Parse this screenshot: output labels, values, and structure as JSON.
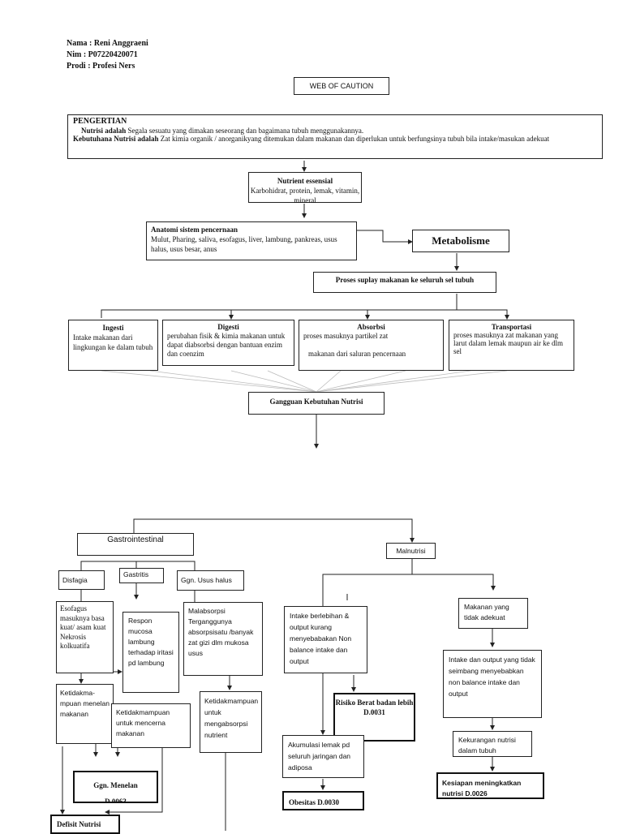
{
  "header": {
    "nama": "Nama : Reni Anggraeni",
    "nim": "Nim    : P07220420071",
    "prodi": "Prodi   : Profesi Ners"
  },
  "title": "WEB OF CAUTION",
  "pengertian": {
    "heading": "PENGERTIAN",
    "line1_bold": "Nutrisi adalah",
    "line1_text": " Segala sesuatu yang dimakan seseorang  dan bagaimana  tubuh  menggunakannya.",
    "line2_bold": "Kebutuhana Nutrisi adalah",
    "line2_text": "    Zat kimia organik / anorganikyang ditemukan dalam  makanan dan diperlukan untuk berfungsinya    tubuh bila intake/masukan adekuat"
  },
  "nutrient": {
    "title": "Nutrient essensial",
    "text": "Karbohidrat, protein, lemak, vitamin, mineral"
  },
  "anatomi": {
    "title": "Anatomi sistem pencernaan",
    "text": "Mulut, Pharing, saliva,  esofagus, liver, lambung, pankreas, usus halus, usus besar, anus"
  },
  "metabolisme": "Metabolisme",
  "proses": "Proses suplay makanan ke seluruh sel tubuh",
  "stages": [
    {
      "title": "Ingesti",
      "text": "Intake makanan dari lingkungan ke dalam tubuh"
    },
    {
      "title": "Digesti",
      "text": "perubahan fisik & kimia makanan untuk dapat diabsorbsi dengan bantuan enzim dan coenzim"
    },
    {
      "title": "Absorbsi",
      "text1": "proses masuknya partikel zat",
      "text2": "makanan dari saluran pencernaan"
    },
    {
      "title": "Transportasi",
      "text": "proses masuknya zat makanan yang larut dalam lemak maupun air ke dlm sel"
    }
  ],
  "gangguan": "Gangguan Kebutuhan Nutrisi",
  "gastro": {
    "title": "Gastrointestinal",
    "disfagia": "Disfagia",
    "gastritis": "Gastritis",
    "usus": "Ggn. Usus halus",
    "esofagus": "Esofagus masuknya basa kuat/ asam kuat Nekrosis kolkuatifa",
    "respon": "Respon mucosa lambung terhadap iritasi pd lambung",
    "malabsorpsi": "Malabsorpsi Terganggunya absorpsisatu /banyak zat gizi dlm mukosa usus",
    "menelan": "Ketidakma-mpuan menelan makanan",
    "mencerna": "Ketidakmampuan untuk mencerna makanan",
    "mengabsorpsi": "Ketidakmampuan untuk mengabsorpsi nutrient",
    "ggn_menelan": "Ggn. Menelan",
    "ggn_code": "D.0063",
    "defisit": "Defisit Nutrisi"
  },
  "malnutrisi": {
    "title": "Malnutrisi",
    "intake_berlebihan": "Intake berlebihan & output kurang menyebabakan Non balance intake dan output",
    "risiko": "Risiko Berat badan lebih",
    "risiko_code": "D.0031",
    "akumulasi": "Akumulasi lemak pd seluruh jaringan dan adiposa",
    "obesitas": "Obesitas  D.0030",
    "makanan_tidak": "Makanan yang tidak adekuat",
    "intake_output": "Intake dan output yang tidak seimbang menyebabkan non balance intake dan output",
    "kekurangan": "Kekurangan nutrisi dalam tubuh",
    "kesiapan": "Kesiapan meningkatkan nutrisi  D.0026"
  }
}
